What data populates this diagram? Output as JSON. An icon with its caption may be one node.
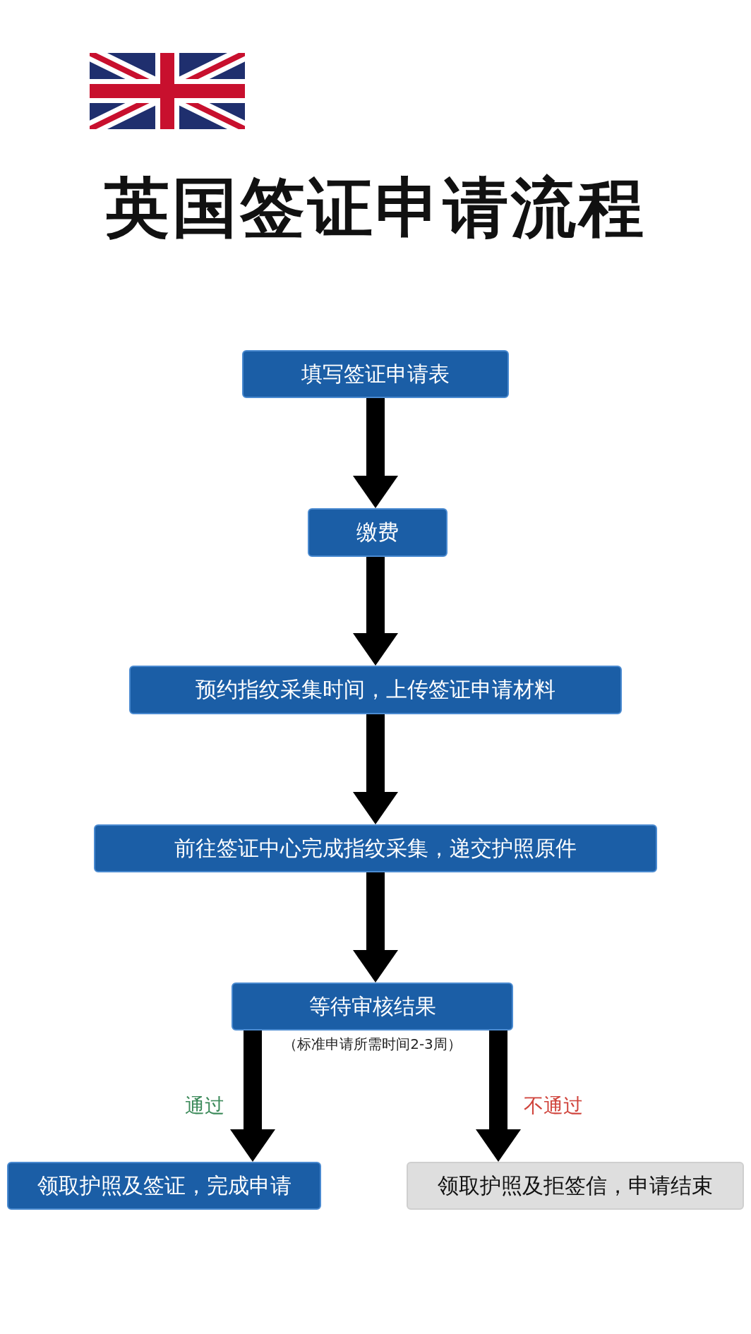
{
  "diagram": {
    "title": "英国签证申请流程",
    "nodes": [
      {
        "text": [
          "填写签证申请表"
        ]
      },
      {
        "text": [
          "缴费"
        ]
      },
      {
        "text": [
          "预约指纹采集时间，上传签证申请材料"
        ]
      },
      {
        "text": [
          "前往签证中心完成指纹采集，递交护照原件"
        ]
      },
      {
        "text": [
          "等待审核结果"
        ],
        "beside": [
          "（标准申请所需时间2-3周）"
        ]
      },
      {
        "text": [
          "领取护照及签证，完成申请"
        ]
      },
      {
        "text": [
          "领取护照及拒签信，申请结束"
        ]
      }
    ],
    "edges": [
      {
        "from": 0,
        "to": 1,
        "arrow": "to"
      },
      {
        "from": 1,
        "to": 2,
        "arrow": "to"
      },
      {
        "from": 2,
        "to": 3,
        "arrow": "to"
      },
      {
        "from": 3,
        "to": 4,
        "arrow": "to"
      },
      {
        "from": 4,
        "to": 5,
        "arrow": "to",
        "label": "通过"
      },
      {
        "from": 4,
        "to": 6,
        "arrow": "to",
        "label": "不通过"
      }
    ]
  }
}
